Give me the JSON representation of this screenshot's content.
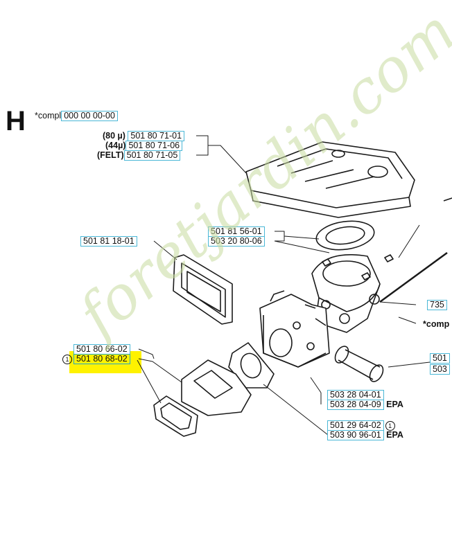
{
  "section_letter": "H",
  "compl_label": "*compl",
  "compl_number": "000 00 00-00",
  "filter": [
    {
      "tag": "(80 µ)",
      "pn": "501 80 71-01"
    },
    {
      "tag": "(44µ)",
      "pn": "501 80 71-06"
    },
    {
      "tag": "(FELT)",
      "pn": "501 80 71-05"
    }
  ],
  "gasket_top": [
    "501 81 56-01",
    "503 20 80-06"
  ],
  "bracket_pn": "501 81 18-01",
  "intake_pns": [
    "501 80 66-02",
    "501 80 68-02"
  ],
  "circle_mark": "1",
  "carb_pns": [
    {
      "pn": "503 28 04-01",
      "suffix": ""
    },
    {
      "pn": "503 28 04-09",
      "suffix": "EPA"
    }
  ],
  "bottom_pns": [
    {
      "pn": "501 29 64-02",
      "suffix": ""
    },
    {
      "pn": "503 90 96-01",
      "suffix": "EPA"
    }
  ],
  "right_partial": [
    "735",
    "*comp",
    "501",
    "503"
  ],
  "watermark": "foretjardin.com"
}
